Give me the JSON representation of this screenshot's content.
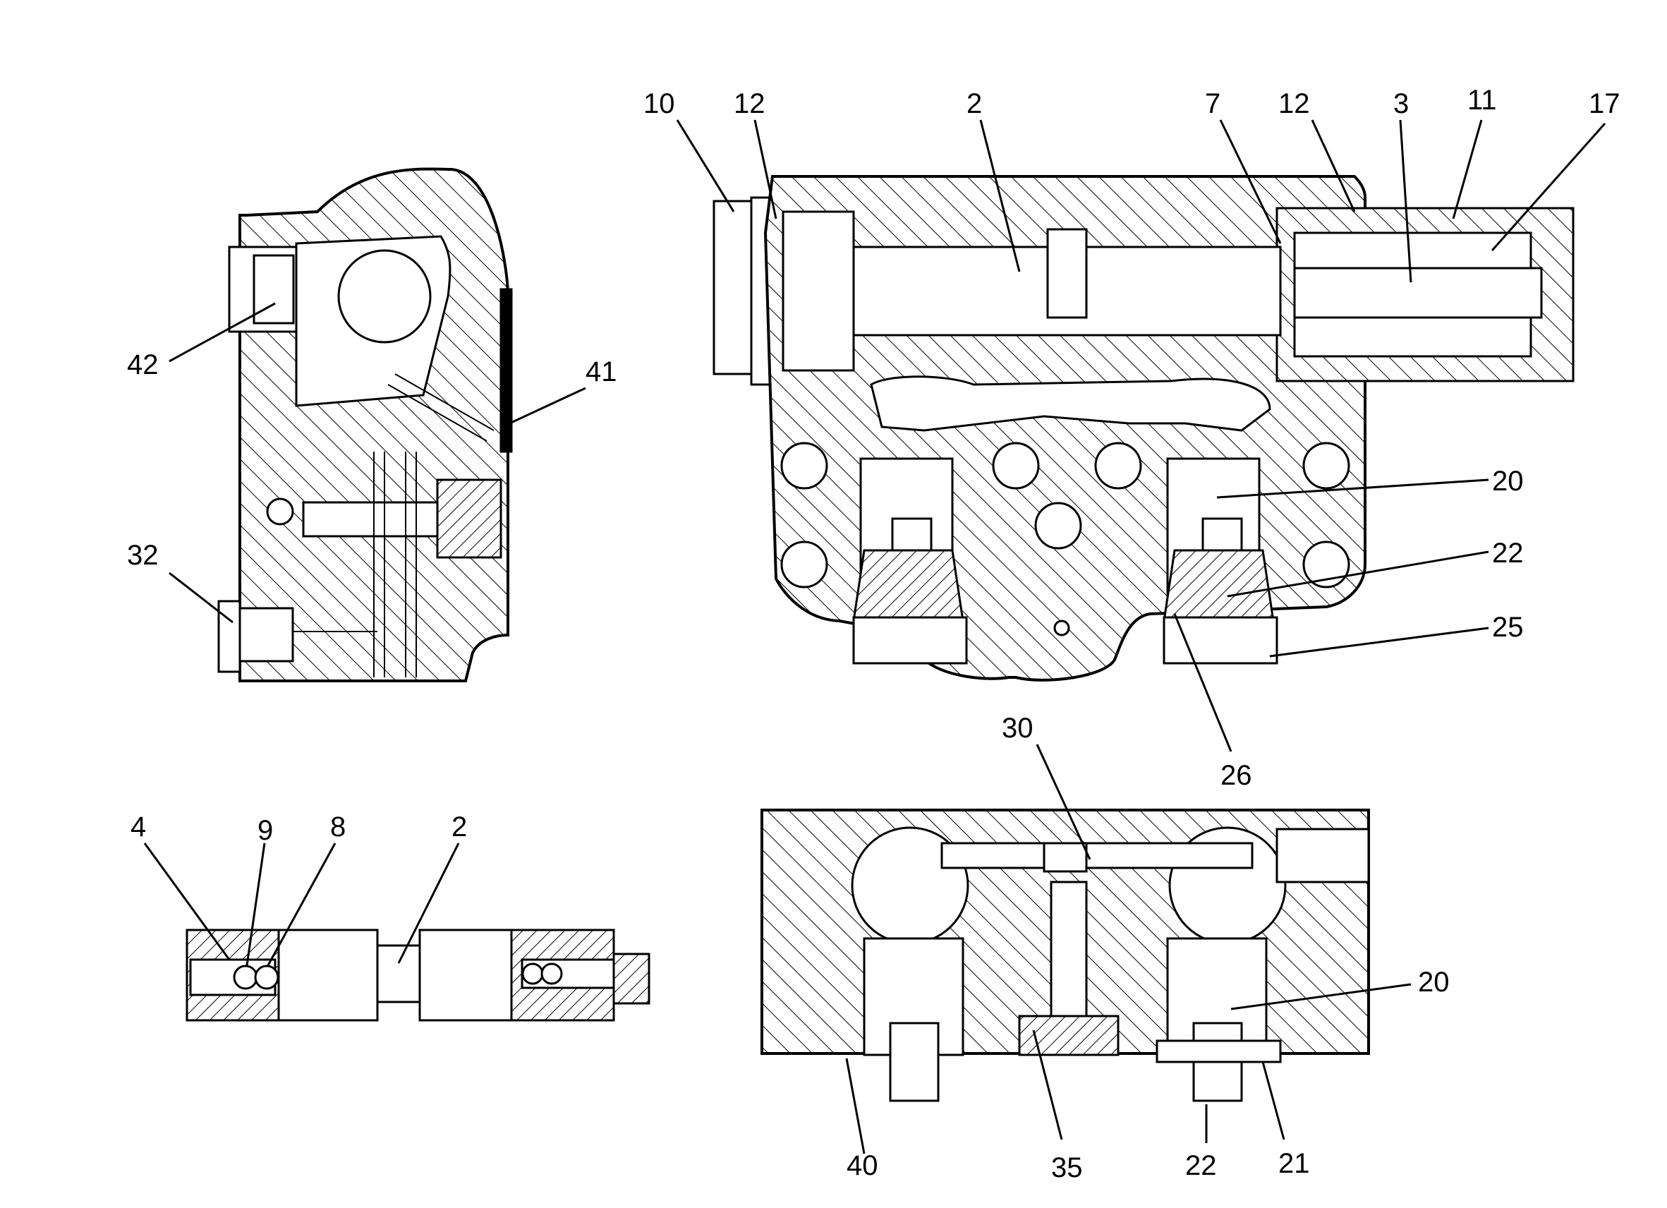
{
  "callouts": {
    "upper_left_view": {
      "c42": "42",
      "c41": "41",
      "c32": "32"
    },
    "upper_right_view": {
      "c10": "10",
      "c12a": "12",
      "c2": "2",
      "c7": "7",
      "c12b": "12",
      "c3": "3",
      "c11": "11",
      "c17": "17",
      "c20": "20",
      "c22": "22",
      "c25": "25",
      "c26": "26"
    },
    "lower_left_view": {
      "c4": "4",
      "c9": "9",
      "c8": "8",
      "c2": "2"
    },
    "lower_right_view": {
      "c30": "30",
      "c20": "20",
      "c40": "40",
      "c35": "35",
      "c22": "22",
      "c21": "21"
    }
  },
  "colors": {
    "ink": "#000000",
    "paper": "#ffffff"
  }
}
